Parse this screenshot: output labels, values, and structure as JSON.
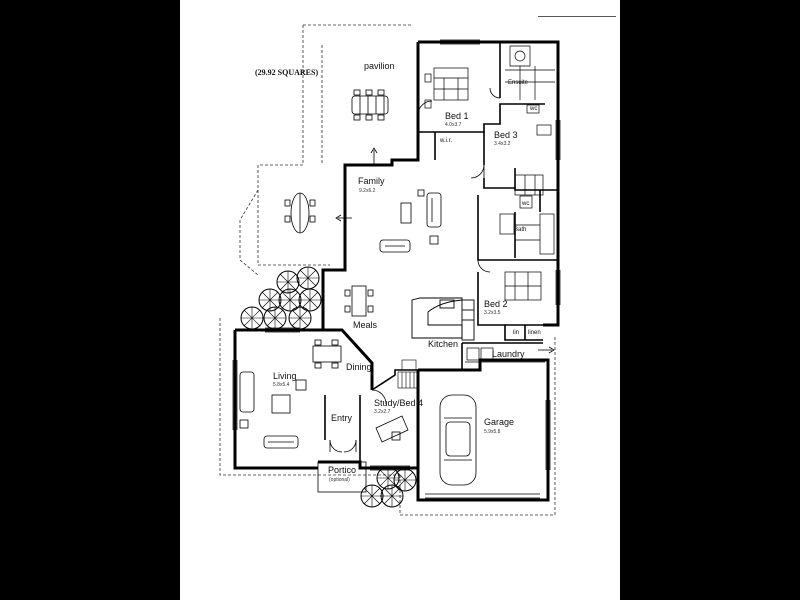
{
  "plan": {
    "area_note": "(29.92 SQUARES)",
    "rooms": {
      "pavilion": {
        "name": "pavilion"
      },
      "bed1": {
        "name": "Bed 1",
        "dim": "4.0x3.7"
      },
      "ensuite": {
        "name": "Ensuite"
      },
      "wc_top": {
        "name": "wc"
      },
      "wir": {
        "name": "w.i.r."
      },
      "bed3": {
        "name": "Bed 3",
        "dim": "3.4x3.2"
      },
      "family": {
        "name": "Family",
        "dim": "9.2x6.2"
      },
      "wc_mid": {
        "name": "wc"
      },
      "bath": {
        "name": "Bath"
      },
      "bed2": {
        "name": "Bed 2",
        "dim": "3.2x3.5"
      },
      "meals": {
        "name": "Meals"
      },
      "kitchen": {
        "name": "Kitchen"
      },
      "lin": {
        "name": "lin"
      },
      "linen": {
        "name": "linen"
      },
      "laundry": {
        "name": "Laundry"
      },
      "living": {
        "name": "Living",
        "dim": "5.8x5.4"
      },
      "dining": {
        "name": "Dining"
      },
      "entry": {
        "name": "Entry"
      },
      "study": {
        "name": "Study/Bed 4",
        "dim": "3.2x2.7"
      },
      "garage": {
        "name": "Garage",
        "dim": "5.9x5.8"
      },
      "portico": {
        "name": "Portico",
        "note": "(optional)"
      }
    }
  }
}
